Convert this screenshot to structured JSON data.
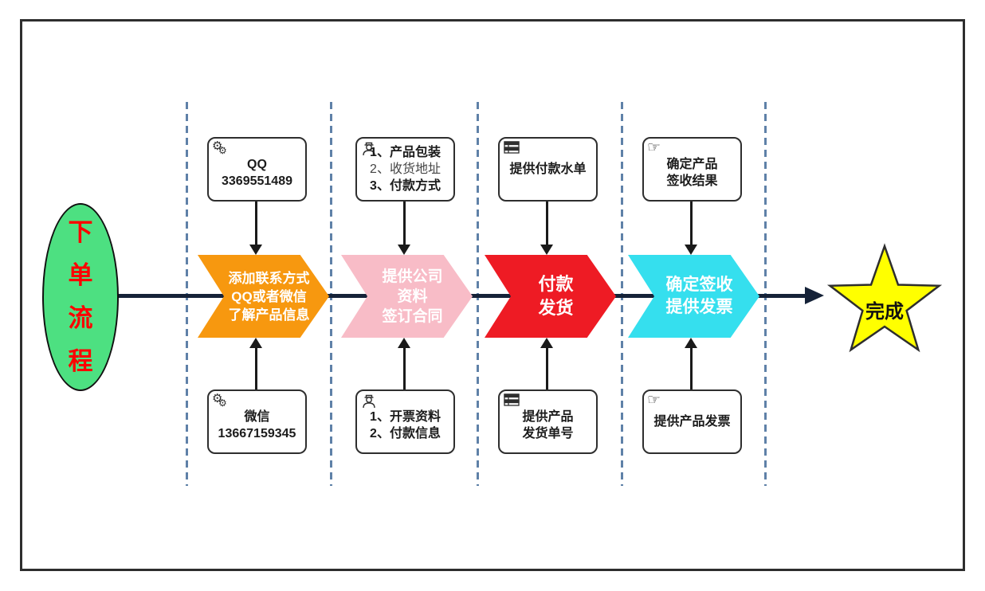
{
  "diagram": {
    "start": {
      "label": "下单流程",
      "chars": [
        "下",
        "单",
        "流",
        "程"
      ],
      "fill": "#4de081",
      "text_color": "#ff0000"
    },
    "finish": {
      "label": "完成",
      "fill": "#ffff00",
      "stroke": "#2e2e2e"
    },
    "line_color": "#152238",
    "separator_color": "#5f81a8",
    "phases": [
      {
        "chevron": {
          "color": "#f7980f",
          "lines": [
            "添加联系方式",
            "QQ或者微信",
            "了解产品信息"
          ]
        },
        "top_box": {
          "icon": "gears-icon",
          "lines": [
            "QQ",
            "3369551489"
          ]
        },
        "bottom_box": {
          "icon": "gears-icon",
          "lines": [
            "微信",
            "13667159345"
          ]
        }
      },
      {
        "chevron": {
          "color": "#f8bcc7",
          "lines": [
            "提供公司",
            "资料",
            "签订合同"
          ]
        },
        "top_box": {
          "icon": "worker-icon",
          "lines": [
            "1、产品包装",
            "2、收货地址",
            "3、付款方式"
          ]
        },
        "bottom_box": {
          "icon": "worker-icon",
          "lines": [
            "1、开票资料",
            "2、付款信息"
          ]
        }
      },
      {
        "chevron": {
          "color": "#ee1b24",
          "lines": [
            "付款",
            "发货"
          ]
        },
        "top_box": {
          "icon": "table-icon",
          "lines": [
            "提供付款水单"
          ]
        },
        "bottom_box": {
          "icon": "table-icon",
          "lines": [
            "提供产品",
            "发货单号"
          ]
        }
      },
      {
        "chevron": {
          "color": "#35dfee",
          "lines": [
            "确定签收",
            "提供发票"
          ]
        },
        "top_box": {
          "icon": "pointing-hand-icon",
          "lines": [
            "确定产品",
            "签收结果"
          ]
        },
        "bottom_box": {
          "icon": "pointing-hand-icon",
          "lines": [
            "提供产品发票"
          ]
        }
      }
    ],
    "icon_glyphs": {
      "gears-icon": "⚙",
      "pointing-hand-icon": "☞"
    }
  }
}
